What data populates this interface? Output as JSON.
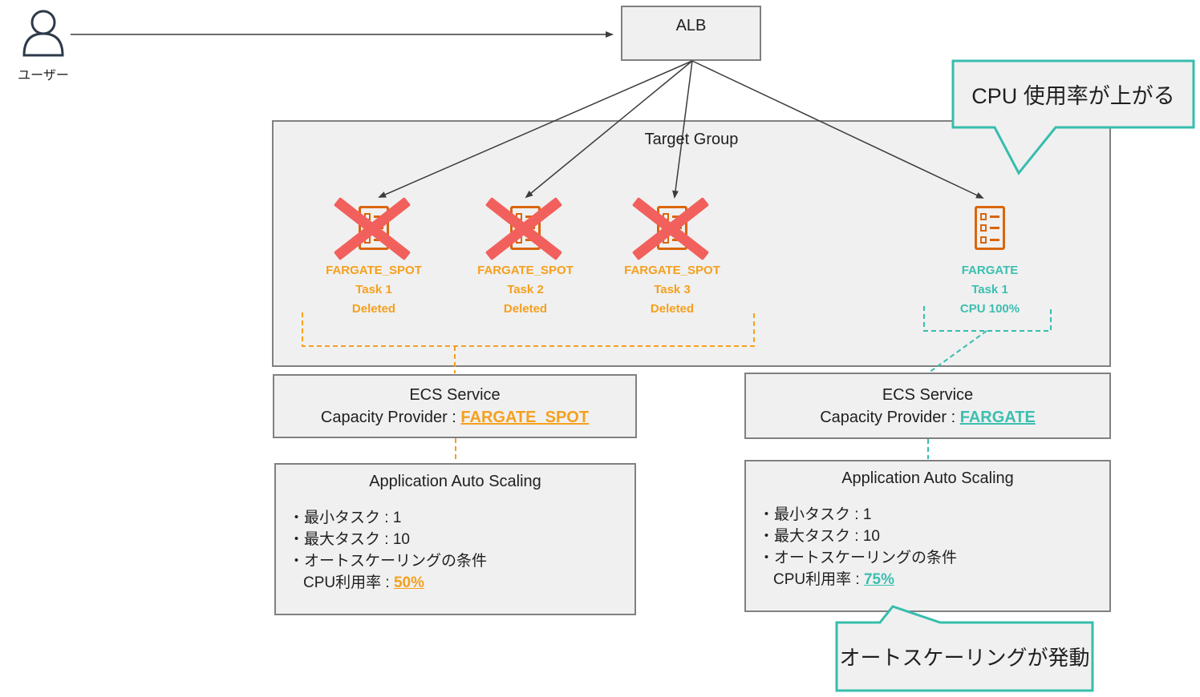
{
  "user": {
    "label": "ユーザー"
  },
  "alb": {
    "label": "ALB"
  },
  "target_group": {
    "label": "Target Group"
  },
  "tasks": [
    {
      "name": "FARGATE_SPOT",
      "task": "Task 1",
      "status": "Deleted"
    },
    {
      "name": "FARGATE_SPOT",
      "task": "Task 2",
      "status": "Deleted"
    },
    {
      "name": "FARGATE_SPOT",
      "task": "Task 3",
      "status": "Deleted"
    },
    {
      "name": "FARGATE",
      "task": "Task 1",
      "status": "CPU 100%"
    }
  ],
  "ecs_left": {
    "title": "ECS Service",
    "provider_label": "Capacity Provider : ",
    "provider_value": "FARGATE_SPOT"
  },
  "ecs_right": {
    "title": "ECS Service",
    "provider_label": "Capacity Provider : ",
    "provider_value": "FARGATE"
  },
  "aas_left": {
    "title": "Application Auto Scaling",
    "items": [
      "・最小タスク : 1",
      "・最大タスク : 10",
      "・オートスケーリングの条件"
    ],
    "cpu_label": "CPU利用率 : ",
    "cpu_value": "50%"
  },
  "aas_right": {
    "title": "Application Auto Scaling",
    "items": [
      "・最小タスク : 1",
      "・最大タスク : 10",
      "・オートスケーリングの条件"
    ],
    "cpu_label": "CPU利用率 : ",
    "cpu_value": "75%"
  },
  "callout_top": {
    "text": "CPU 使用率が上がる"
  },
  "callout_bottom": {
    "text": "オートスケーリングが発動"
  },
  "colors": {
    "orange_text": "#f5a01e",
    "orange_icon": "#d9660d",
    "red_x": "#f2605d",
    "teal": "#36bdad",
    "teal_text": "#3cbfb0",
    "box_fill": "#f0f0f0",
    "box_border": "#808080",
    "wire": "#3c3c3c"
  }
}
